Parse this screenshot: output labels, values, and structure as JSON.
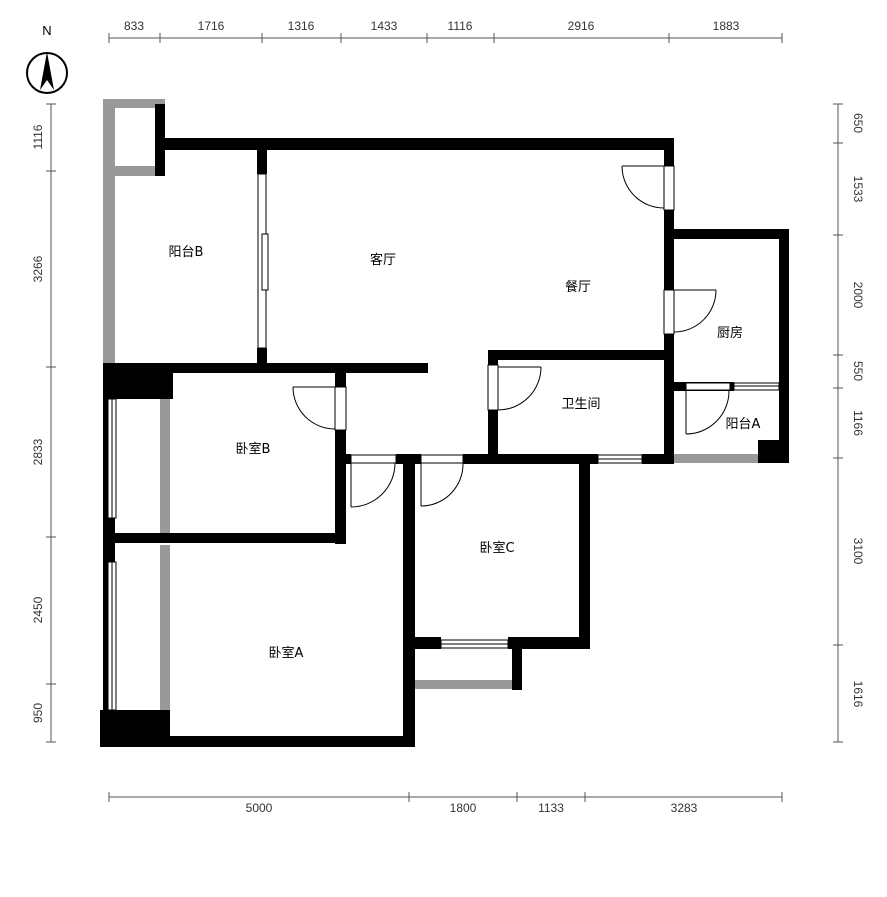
{
  "compass": {
    "label": "N"
  },
  "rooms": {
    "balcony_b": "阳台B",
    "living_room": "客厅",
    "dining_room": "餐厅",
    "kitchen": "厨房",
    "bathroom": "卫生间",
    "balcony_a": "阳台A",
    "bedroom_b": "卧室B",
    "bedroom_c": "卧室C",
    "bedroom_a": "卧室A"
  },
  "dimensions": {
    "top": [
      "833",
      "1716",
      "1316",
      "1433",
      "1116",
      "2916",
      "1883"
    ],
    "bottom": [
      "5000",
      "1800",
      "1133",
      "3283"
    ],
    "left": [
      "1116",
      "3266",
      "2833",
      "2450",
      "950"
    ],
    "right": [
      "650",
      "1533",
      "2000",
      "550",
      "1166",
      "3100",
      "1616"
    ]
  },
  "colors": {
    "wall": "#000000",
    "window_wall": "#999999",
    "dim_line": "#555555"
  }
}
